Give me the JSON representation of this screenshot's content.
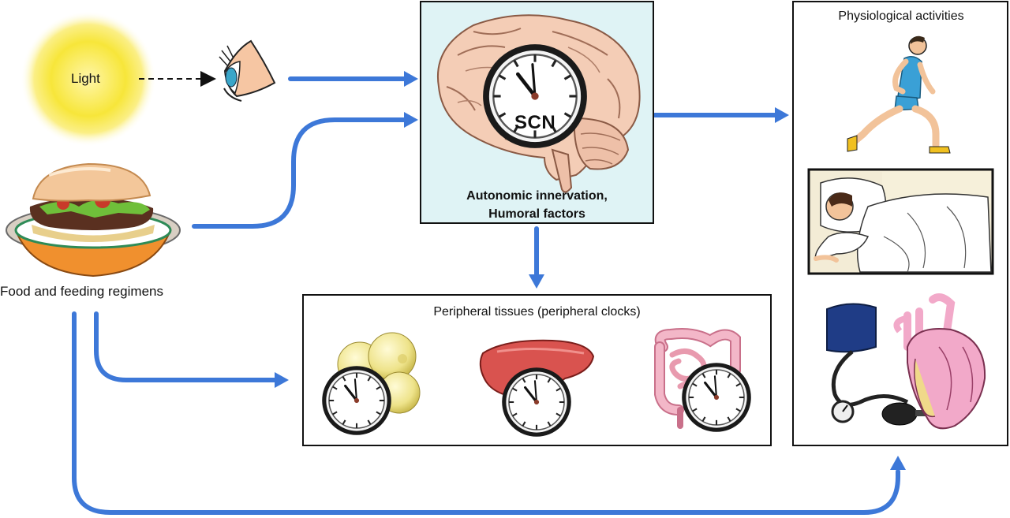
{
  "labels": {
    "light": "Light",
    "food": "Food and feeding regimens",
    "scn": "SCN",
    "autonomic_line1": "Autonomic innervation,",
    "autonomic_line2": "Humoral factors",
    "physiological": "Physiological activities",
    "peripheral": "Peripheral tissues (peripheral clocks)"
  },
  "colors": {
    "arrow": "#3d78d8",
    "scn_box_fill": "#dff3f5",
    "sun": "#f7e63a",
    "sun_glow": "#fdf6c4",
    "brain": "#f4cdb6",
    "brain_outline": "#8a5a45",
    "liver": "#d9534f",
    "heart": "#f2a9c9",
    "intestine": "#f3b7c8",
    "fat_cell": "#eee38a",
    "cuff": "#1f3c86",
    "runner_shirt": "#3aa0d6"
  },
  "icons": [
    "sun-icon",
    "eye-icon",
    "burger-icon",
    "brain-icon",
    "clock-icon",
    "runner-icon",
    "sleeper-icon",
    "blood-pressure-cuff-icon",
    "heart-icon",
    "fat-cells-icon",
    "liver-icon",
    "intestine-icon"
  ]
}
